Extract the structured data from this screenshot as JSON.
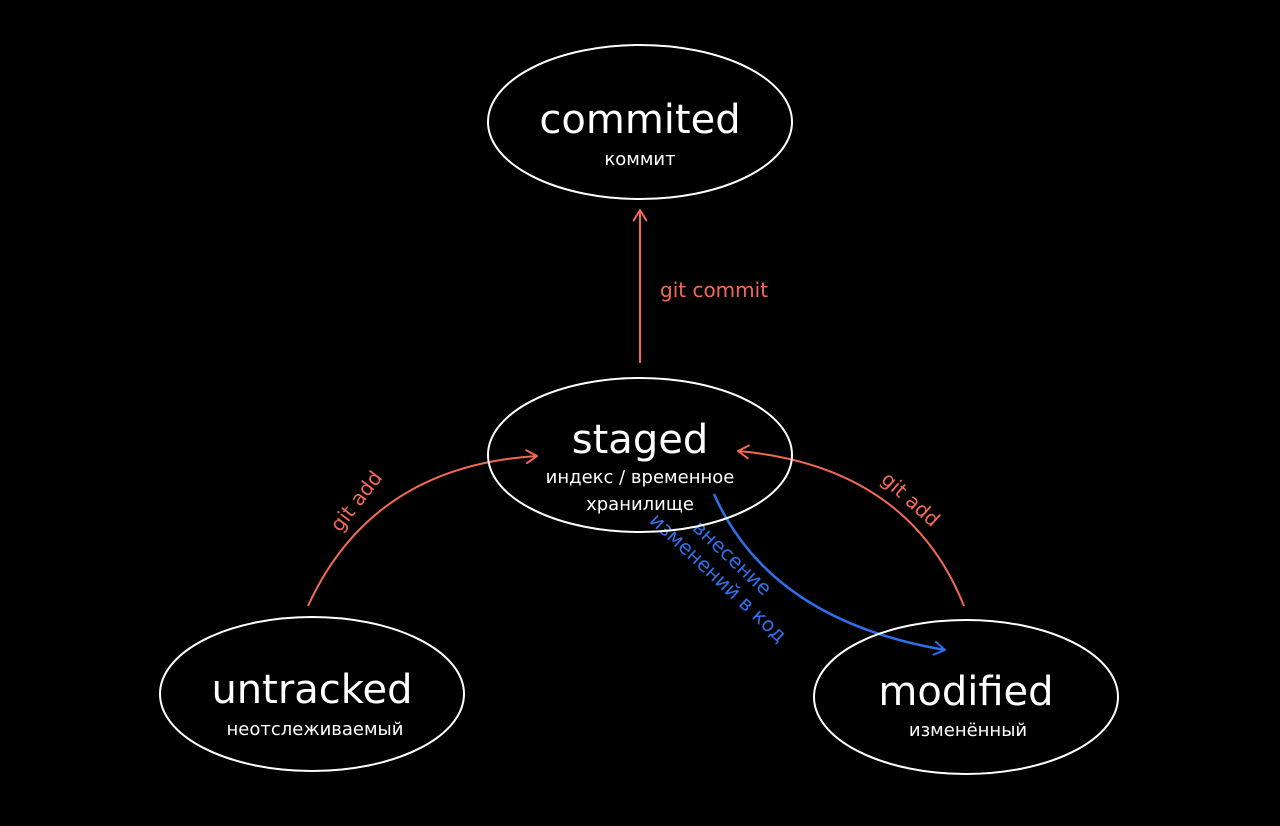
{
  "colors": {
    "background": "#000000",
    "node_stroke": "#ffffff",
    "text": "#ffffff",
    "git_action": "#f26a55",
    "edit_action": "#2f6fe8"
  },
  "nodes": {
    "commited": {
      "title": "commited",
      "subtitle": "коммит"
    },
    "staged": {
      "title": "staged",
      "subtitle_line1": "индекс / временное",
      "subtitle_line2": "хранилище"
    },
    "untracked": {
      "title": "untracked",
      "subtitle": "неотслеживаемый"
    },
    "modified": {
      "title": "modified",
      "subtitle": "изменённый"
    }
  },
  "edges": {
    "staged_to_commited": {
      "label": "git commit"
    },
    "untracked_to_staged": {
      "label": "git add"
    },
    "modified_to_staged": {
      "label": "git add"
    },
    "staged_to_modified": {
      "label_line1": "внесение",
      "label_line2": "изменений в код"
    }
  }
}
